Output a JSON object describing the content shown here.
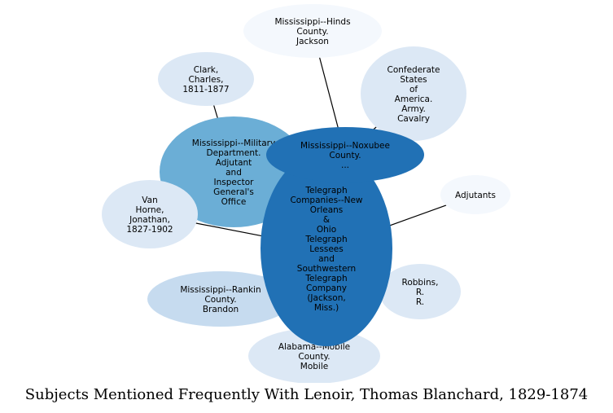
{
  "title": "Subjects Mentioned Frequently With Lenoir, Thomas Blanchard, 1829-1874",
  "colors": {
    "lightest": "#f4f8fd",
    "light": "#dce8f5",
    "medium_light": "#c6dbef",
    "medium": "#6baed6",
    "dark": "#2171b5",
    "edge": "#000000"
  },
  "nodes": [
    {
      "id": "hinds",
      "label": "Mississippi--Hinds County. Jackson",
      "lines": [
        "Mississippi--Hinds",
        "County.",
        "Jackson"
      ],
      "shade": "lightest"
    },
    {
      "id": "clark",
      "label": "Clark, Charles, 1811-1877",
      "lines": [
        "Clark,",
        "Charles,",
        "1811-1877"
      ],
      "shade": "light"
    },
    {
      "id": "confederate",
      "label": "Confederate States of America. Army. Cavalry",
      "lines": [
        "Confederate",
        "States",
        "of",
        "America.",
        "Army.",
        "Cavalry"
      ],
      "shade": "light"
    },
    {
      "id": "military",
      "label": "Mississippi--Military Department. Adjutant and Inspector General's Office",
      "lines": [
        "Mississippi--Military",
        "Department.",
        "Adjutant",
        "and",
        "Inspector",
        "General's",
        "Office"
      ],
      "shade": "medium"
    },
    {
      "id": "noxubee",
      "label": "Mississippi--Noxubee County. ...",
      "lines": [
        "Mississippi--Noxubee",
        "County.",
        "..."
      ],
      "shade": "dark"
    },
    {
      "id": "adjutants",
      "label": "Adjutants",
      "lines": [
        "Adjutants"
      ],
      "shade": "lightest"
    },
    {
      "id": "vanhorne",
      "label": "Van Horne, Jonathan, 1827-1902",
      "lines": [
        "Van",
        "Horne,",
        "Jonathan,",
        "1827-1902"
      ],
      "shade": "light"
    },
    {
      "id": "telegraph",
      "label": "Telegraph Companies--New Orleans & Ohio Telegraph Lessees and Southwestern Telegraph Company (Jackson, Miss.)",
      "lines": [
        "Telegraph",
        "Companies--New",
        "Orleans",
        "&",
        "Ohio",
        "Telegraph",
        "Lessees",
        "and",
        "Southwestern",
        "Telegraph",
        "Company",
        "(Jackson,",
        "Miss.)"
      ],
      "shade": "dark"
    },
    {
      "id": "robbins",
      "label": "Robbins, R. R.",
      "lines": [
        "Robbins,",
        "R.",
        "R."
      ],
      "shade": "light"
    },
    {
      "id": "rankin",
      "label": "Mississippi--Rankin County. Brandon",
      "lines": [
        "Mississippi--Rankin",
        "County.",
        "Brandon"
      ],
      "shade": "medium_light"
    },
    {
      "id": "mobile",
      "label": "Alabama--Mobile County. Mobile",
      "lines": [
        "Alabama--Mobile",
        "County.",
        "Mobile"
      ],
      "shade": "light"
    }
  ],
  "edges": [
    [
      "hinds",
      "noxubee"
    ],
    [
      "clark",
      "military"
    ],
    [
      "confederate",
      "noxubee"
    ],
    [
      "military",
      "telegraph"
    ],
    [
      "vanhorne",
      "telegraph"
    ],
    [
      "adjutants",
      "telegraph"
    ],
    [
      "robbins",
      "telegraph"
    ],
    [
      "rankin",
      "telegraph"
    ],
    [
      "mobile",
      "telegraph"
    ]
  ]
}
